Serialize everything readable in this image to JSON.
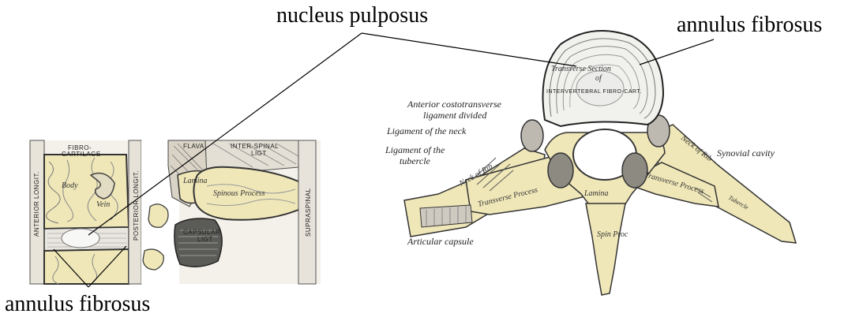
{
  "labels": {
    "nucleus_pulposus": "nucleus pulposus",
    "annulus_fibrosus_top": "annulus fibrosus",
    "annulus_fibrosus_bottom": "annulus fibrosus"
  },
  "sagittal": {
    "fibro_cartilage": [
      "FIBRO-",
      "CARTILAGE"
    ],
    "flava": "FLAVA",
    "inter_spinal": [
      "INTER-SPINAL",
      "LIGT"
    ],
    "anterior_longit": "ANTERIOR LONGIT.",
    "posterior_longit": "POSTERIOR LONGIT.",
    "supraspinal": "SUPRASPINAL",
    "capsular": [
      "CAPSULAR",
      "LIGT"
    ],
    "body": "Body",
    "vein": "Vein",
    "lamina": "Lamina",
    "spinous_process": "Spinous Process"
  },
  "transverse": {
    "section_label": [
      "Transverse Section",
      "of",
      "INTERVERTEBRAL FIBRO-CART."
    ],
    "anterior_costotransverse": [
      "Anterior costotransverse",
      "ligament divided"
    ],
    "ligament_neck": "Ligament of the neck",
    "ligament_tubercle": [
      "Ligament of the",
      "tubercle"
    ],
    "articular_capsule": "Articular capsule",
    "synovial_cavity": "Synovial cavity",
    "neck_of_rib_left": "Neck of Rib",
    "neck_of_rib_right": "Neck of Rib",
    "transverse_process_left": "Transverse Process",
    "transverse_process_right": "Transverse Process",
    "lamina": "Lamina",
    "spinous": "Spin Proc",
    "tubercle": "Tubercle"
  }
}
